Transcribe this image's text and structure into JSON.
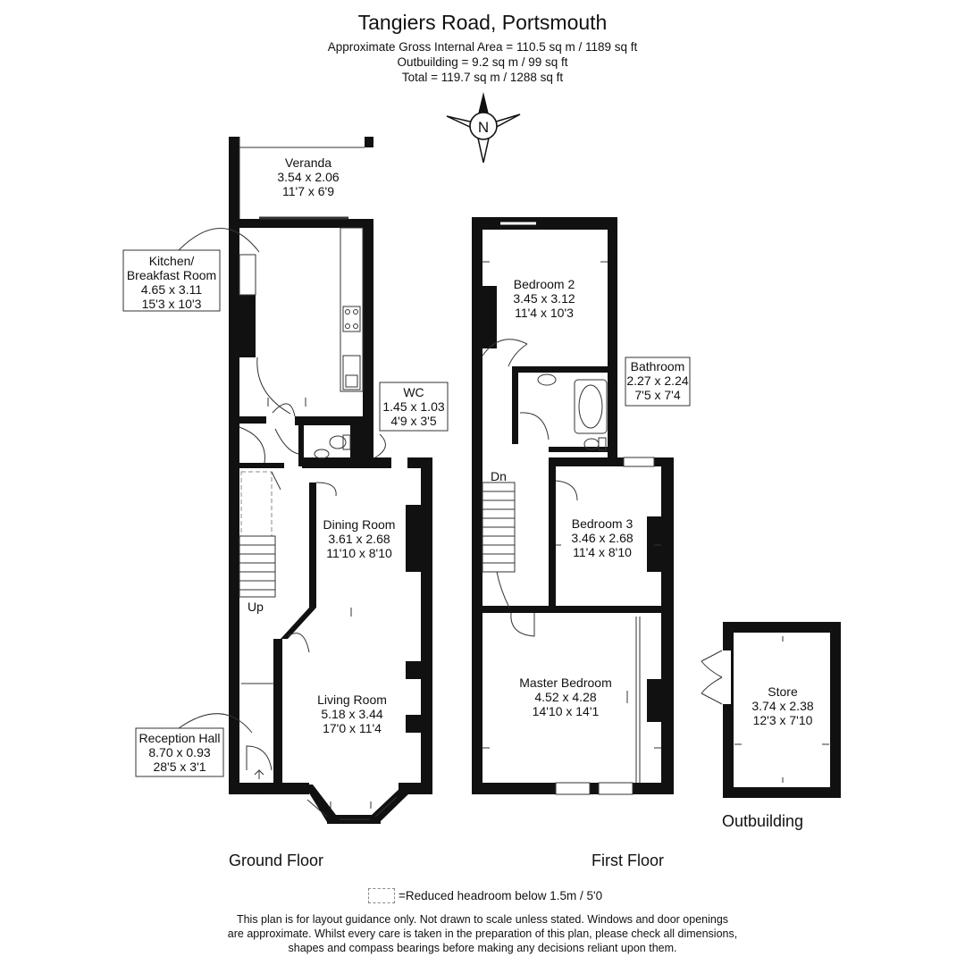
{
  "header": {
    "title": "Tangiers Road, Portsmouth",
    "gross_area": "Approximate Gross Internal Area = 110.5 sq m / 1189 sq ft",
    "outbuilding_area": "Outbuilding = 9.2 sq m / 99 sq ft",
    "total_area": "Total = 119.7 sq m / 1288 sq ft"
  },
  "compass": {
    "label": "N"
  },
  "rooms": {
    "veranda": {
      "name": "Veranda",
      "metric": "3.54 x 2.06",
      "imperial": "11'7 x 6'9"
    },
    "kitchen": {
      "name": "Kitchen/",
      "name2": "Breakfast Room",
      "metric": "4.65 x 3.11",
      "imperial": "15'3 x 10'3"
    },
    "wc": {
      "name": "WC",
      "metric": "1.45 x 1.03",
      "imperial": "4'9 x 3'5"
    },
    "dining": {
      "name": "Dining Room",
      "metric": "3.61 x 2.68",
      "imperial": "11'10 x 8'10"
    },
    "living": {
      "name": "Living Room",
      "metric": "5.18 x 3.44",
      "imperial": "17'0 x 11'4"
    },
    "reception": {
      "name": "Reception Hall",
      "metric": "8.70 x 0.93",
      "imperial": "28'5 x 3'1"
    },
    "bedroom2": {
      "name": "Bedroom 2",
      "metric": "3.45 x 3.12",
      "imperial": "11'4 x 10'3"
    },
    "bathroom": {
      "name": "Bathroom",
      "metric": "2.27 x 2.24",
      "imperial": "7'5 x 7'4"
    },
    "bedroom3": {
      "name": "Bedroom 3",
      "metric": "3.46 x 2.68",
      "imperial": "11'4 x 8'10"
    },
    "master": {
      "name": "Master Bedroom",
      "metric": "4.52 x 4.28",
      "imperial": "14'10 x 14'1"
    },
    "store": {
      "name": "Store",
      "metric": "3.74 x 2.38",
      "imperial": "12'3 x 7'10"
    }
  },
  "markers": {
    "up": "Up",
    "down": "Dn",
    "entry": "IN"
  },
  "floors": {
    "ground": "Ground Floor",
    "first": "First Floor",
    "outbuilding": "Outbuilding"
  },
  "legend": {
    "text": "=Reduced headroom below 1.5m / 5'0"
  },
  "disclaimer": {
    "line1": "This plan is for layout guidance only. Not drawn to scale unless stated. Windows and door openings",
    "line2": "are approximate. Whilst every care is taken in the preparation of this plan, please check all dimensions,",
    "line3": "shapes and compass bearings before making any decisions reliant upon them."
  },
  "colors": {
    "wall": "#111111",
    "line": "#333333",
    "dash": "#888888"
  }
}
